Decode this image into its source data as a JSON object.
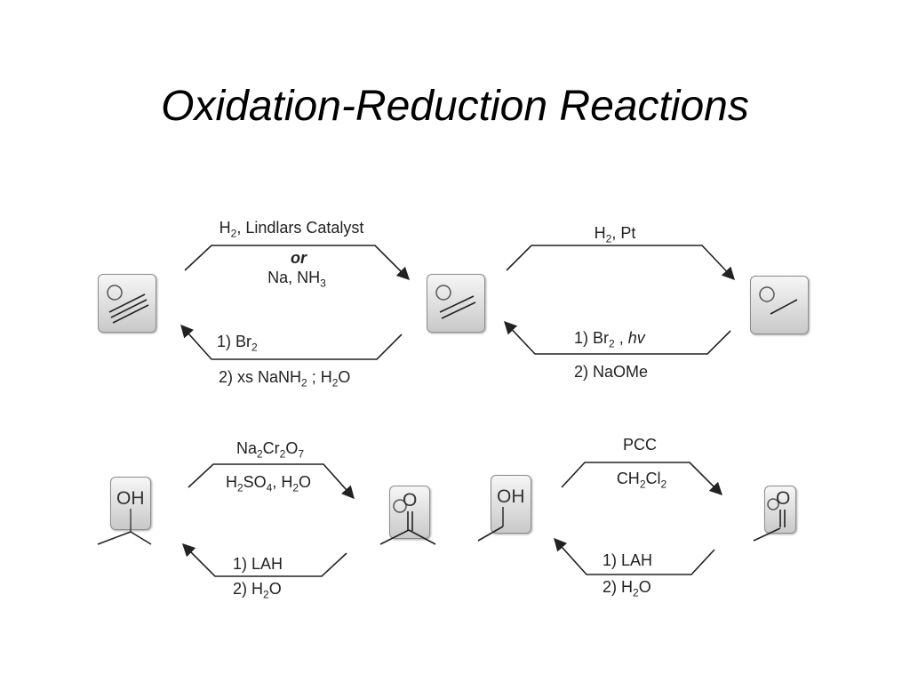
{
  "title": "Oxidation-Reduction Reactions",
  "reactions": {
    "alkyne_alkene": {
      "forward": {
        "line1_main": "H",
        "line1_sub": "2",
        "line1_rest": ", Lindlars Catalyst",
        "or": "or",
        "line3_a": "Na, NH",
        "line3_sub": "3"
      },
      "reverse": {
        "step1_a": "1) Br",
        "step1_sub": "2",
        "step2_a": "2) xs NaNH",
        "step2_sub1": "2",
        "step2_b": "; H",
        "step2_sub2": "2",
        "step2_c": "O"
      }
    },
    "alkene_alkane": {
      "forward": {
        "a": "H",
        "sub": "2",
        "b": ", Pt"
      },
      "reverse": {
        "step1_a": "1) Br",
        "step1_sub": "2",
        "step1_b": ",",
        "step1_hv": "hv",
        "step2": "2) NaOMe"
      }
    },
    "sec_alcohol_ketone": {
      "forward": {
        "r1_a": "Na",
        "r1_s1": "2",
        "r1_b": "Cr",
        "r1_s2": "2",
        "r1_c": "O",
        "r1_s3": "7",
        "r2_a": "H",
        "r2_s1": "2",
        "r2_b": "SO",
        "r2_s2": "4",
        "r2_c": ", H",
        "r2_s3": "2",
        "r2_d": "O"
      },
      "reverse": {
        "step1": "1) LAH",
        "step2_a": "2) H",
        "step2_sub": "2",
        "step2_b": "O"
      }
    },
    "prim_alcohol_aldehyde": {
      "forward": {
        "r1": "PCC",
        "r2_a": "CH",
        "r2_s1": "2",
        "r2_b": "Cl",
        "r2_s2": "2"
      },
      "reverse": {
        "step1": "1) LAH",
        "step2_a": "2) H",
        "step2_sub": "2",
        "step2_b": "O"
      }
    }
  },
  "molecules": {
    "sec_alcohol_label": "OH",
    "ketone_label": "O",
    "prim_alcohol_label": "OH",
    "aldehyde_label": "O"
  }
}
